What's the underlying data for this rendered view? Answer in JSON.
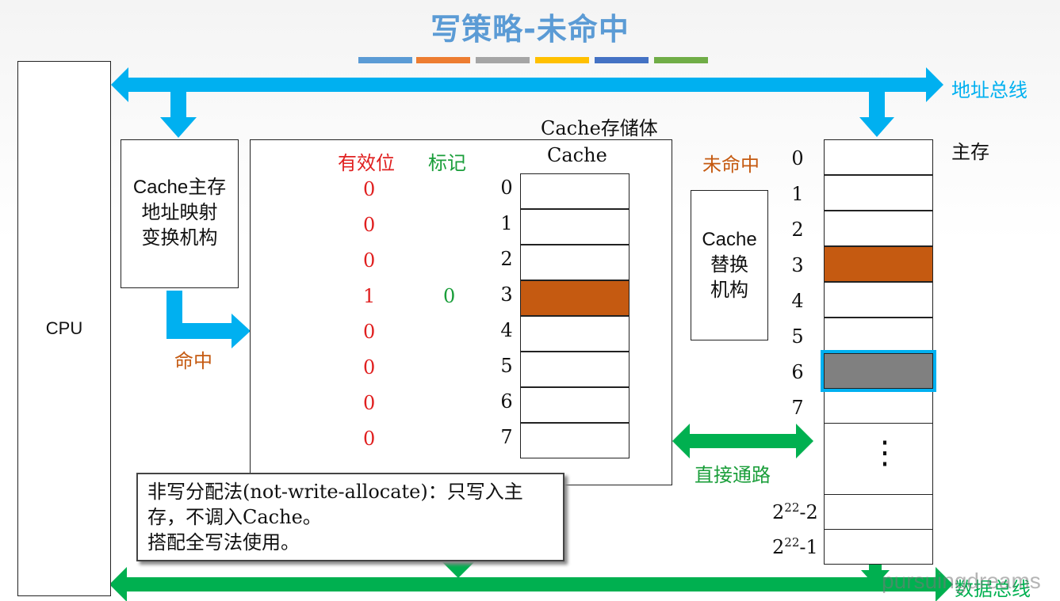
{
  "title": "写策略-未命中",
  "title_bar_colors": [
    "#5b9bd5",
    "#ed7d31",
    "#a5a5a5",
    "#ffc000",
    "#4472c4",
    "#70ad47"
  ],
  "colors": {
    "address_bus": "#00b0f0",
    "data_bus": "#00b050",
    "hit_block": "#c55a11",
    "selected_block": "#808080"
  },
  "cpu": {
    "label": "CPU"
  },
  "mapping": {
    "line1": "Cache主存",
    "line2": "地址映射",
    "line3": "变换机构"
  },
  "hit_label": "命中",
  "cache_storage": {
    "title": "Cache存储体",
    "valid_header": "有效位",
    "tag_header": "标记",
    "cache_header": "Cache"
  },
  "cache_rows": [
    {
      "index": "0",
      "valid": "0",
      "tag": ""
    },
    {
      "index": "1",
      "valid": "0",
      "tag": ""
    },
    {
      "index": "2",
      "valid": "0",
      "tag": ""
    },
    {
      "index": "3",
      "valid": "1",
      "tag": "0"
    },
    {
      "index": "4",
      "valid": "0",
      "tag": ""
    },
    {
      "index": "5",
      "valid": "0",
      "tag": ""
    },
    {
      "index": "6",
      "valid": "0",
      "tag": ""
    },
    {
      "index": "7",
      "valid": "0",
      "tag": ""
    }
  ],
  "miss_label": "未命中",
  "replace": {
    "line1": "Cache",
    "line2": "替换",
    "line3": "机构"
  },
  "direct_path": "直接通路",
  "memory": {
    "title": "主存",
    "indices": [
      "0",
      "1",
      "2",
      "3",
      "4",
      "5",
      "6",
      "7"
    ],
    "dots": "⋮",
    "last1_base": "2",
    "last1_exp": "22",
    "last1_suffix": "-2",
    "last2_base": "2",
    "last2_exp": "22",
    "last2_suffix": "-1"
  },
  "address_bus": "地址总线",
  "data_bus": "数据总线",
  "note": {
    "line1": "非写分配法(not-write-allocate)：只写入主",
    "line2": "存，不调入Cache。",
    "line3": "搭配全写法使用。"
  },
  "watermark": "pursuingdreams"
}
